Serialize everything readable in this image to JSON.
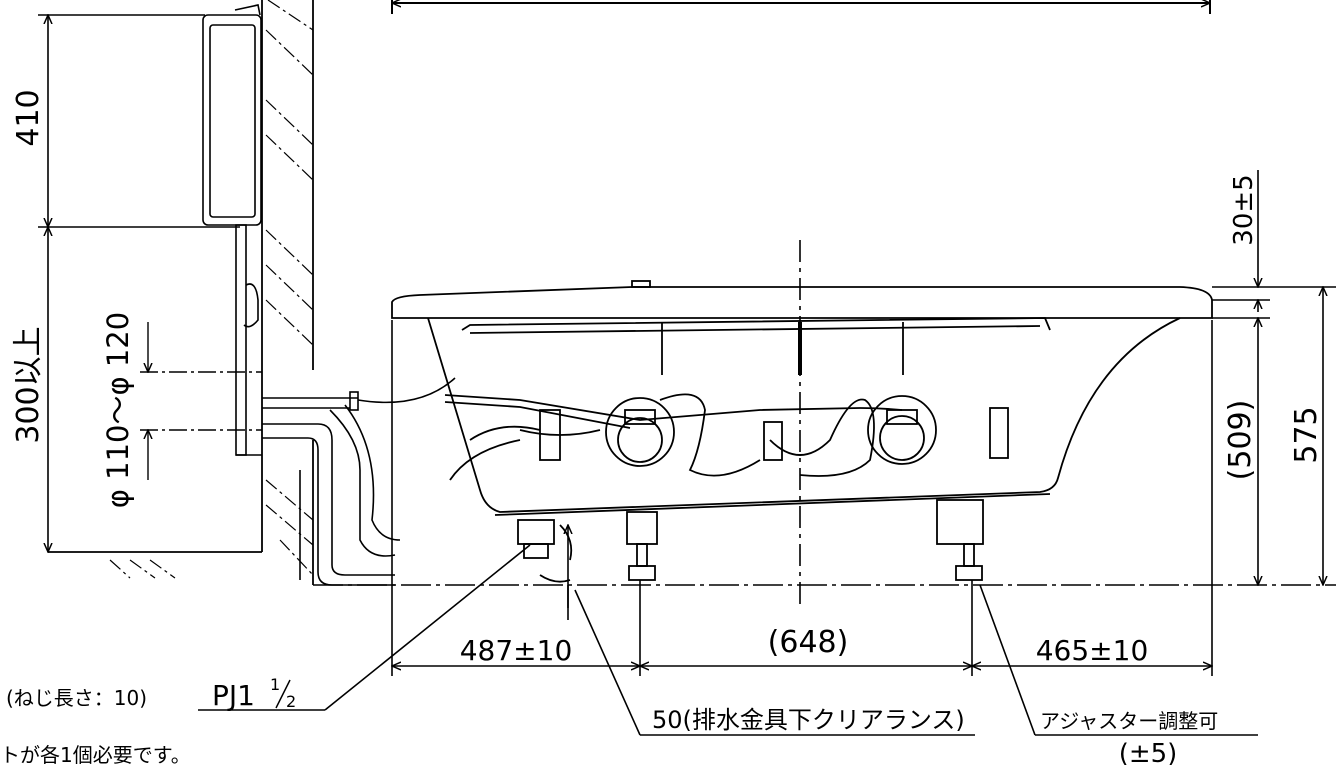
{
  "dimensions": {
    "unit_height": "410",
    "clearance_min": "300以上",
    "pipe_range": "φ 110〜φ 120",
    "top_gap": "30±5",
    "inner_height": "(509)",
    "total_height": "575",
    "left_offset": "487±10",
    "center_span": "(648)",
    "right_offset": "465±10"
  },
  "notes": {
    "thread_length": "(ねじ長さ：10)",
    "thread_spec": "PJ1",
    "thread_sup": "1",
    "thread_sub": "2",
    "drain_clearance": "50(排水金具下クリアランス)",
    "adjuster": "アジャスター調整可",
    "adjuster_range": "(±5)",
    "footer": "トが各1個必要です。"
  }
}
